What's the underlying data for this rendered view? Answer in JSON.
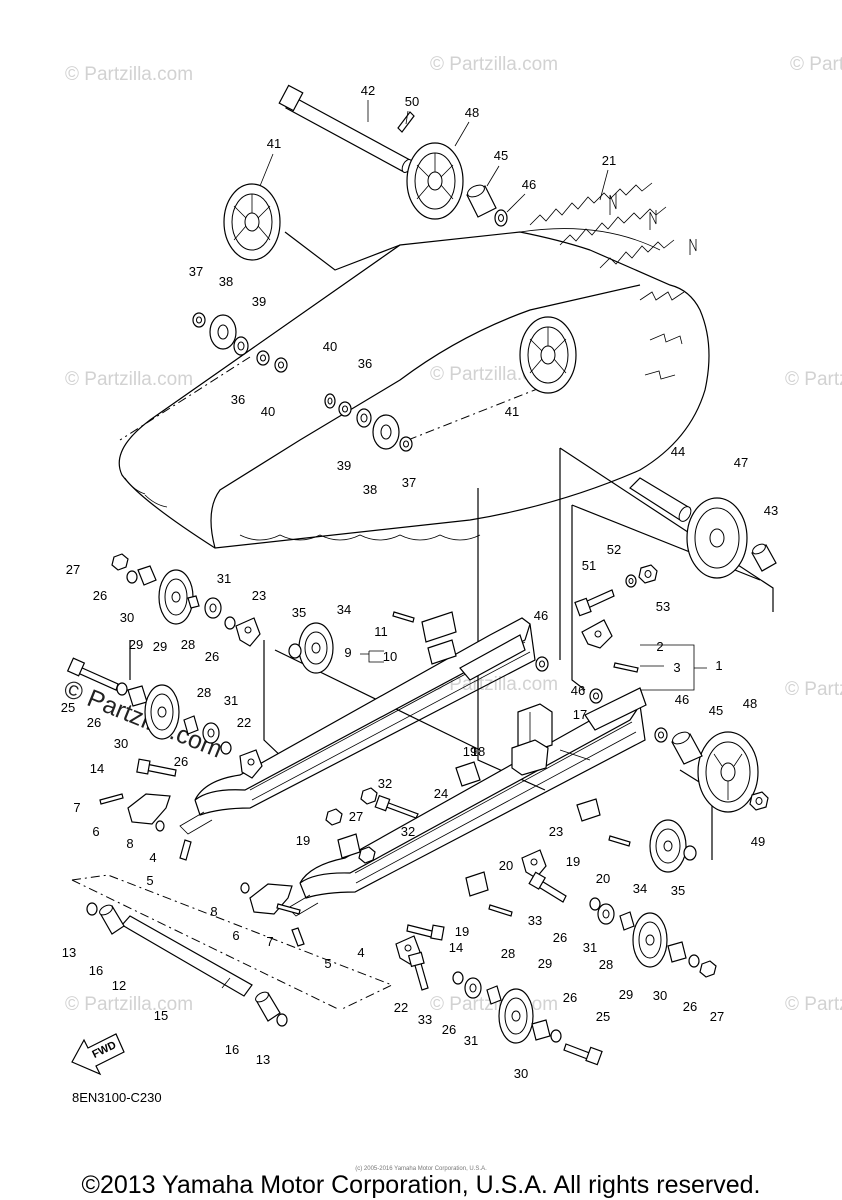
{
  "watermark": "© Partzilla.com",
  "watermark_large": "© Partzilla.com",
  "diagram_code": "8EN3100-C230",
  "fwd_label": "FWD",
  "small_notice": "(c) 2005-2016 Yamaha Motor Corporation, U.S.A.",
  "copyright": "©2013 Yamaha Motor Corporation, U.S.A. All rights reserved.",
  "callouts": {
    "n1": "1",
    "n2": "2",
    "n3": "3",
    "n4a": "4",
    "n4b": "4",
    "n5a": "5",
    "n5b": "5",
    "n6a": "6",
    "n6b": "6",
    "n7a": "7",
    "n7b": "7",
    "n8a": "8",
    "n8b": "8",
    "n9": "9",
    "n10": "10",
    "n11": "11",
    "n12": "12",
    "n13a": "13",
    "n13b": "13",
    "n14a": "14",
    "n14b": "14",
    "n15": "15",
    "n16a": "16",
    "n16b": "16",
    "n17": "17",
    "n18": "18",
    "n19a": "19",
    "n19b": "19",
    "n19c": "19",
    "n19d": "19",
    "n20a": "20",
    "n20b": "20",
    "n21": "21",
    "n22a": "22",
    "n22b": "22",
    "n23a": "23",
    "n23b": "23",
    "n24": "24",
    "n25a": "25",
    "n25b": "25",
    "n26a": "26",
    "n26b": "26",
    "n26c": "26",
    "n26d": "26",
    "n26e": "26",
    "n26f": "26",
    "n26g": "26",
    "n27a": "27",
    "n27b": "27",
    "n27c": "27",
    "n28a": "28",
    "n28b": "28",
    "n28c": "28",
    "n28d": "28",
    "n29a": "29",
    "n29b": "29",
    "n29c": "29",
    "n29d": "29",
    "n30a": "30",
    "n30b": "30",
    "n30c": "30",
    "n30d": "30",
    "n31a": "31",
    "n31b": "31",
    "n31c": "31",
    "n31d": "31",
    "n32a": "32",
    "n32b": "32",
    "n33a": "33",
    "n33b": "33",
    "n34a": "34",
    "n34b": "34",
    "n35a": "35",
    "n35b": "35",
    "n36a": "36",
    "n36b": "36",
    "n37a": "37",
    "n37b": "37",
    "n38a": "38",
    "n38b": "38",
    "n39a": "39",
    "n39b": "39",
    "n40a": "40",
    "n40b": "40",
    "n41a": "41",
    "n41b": "41",
    "n42": "42",
    "n43": "43",
    "n44": "44",
    "n45a": "45",
    "n45b": "45",
    "n46a": "46",
    "n46b": "46",
    "n46c": "46",
    "n46d": "46",
    "n47": "47",
    "n48a": "48",
    "n48b": "48",
    "n49": "49",
    "n50": "50",
    "n51": "51",
    "n52": "52",
    "n53": "53"
  }
}
